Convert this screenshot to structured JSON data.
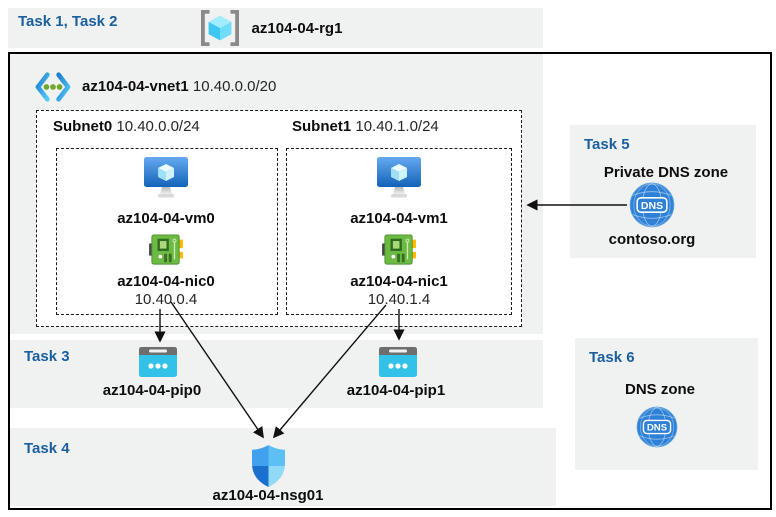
{
  "header": {
    "task_label": "Task 1, Task 2",
    "resource_group_name": "az104-04-rg1"
  },
  "vnet": {
    "name": "az104-04-vnet1",
    "cidr": "10.40.0.0/20"
  },
  "subnets": [
    {
      "name": "Subnet0",
      "cidr": "10.40.0.0/24",
      "vm_name": "az104-04-vm0",
      "nic_name": "az104-04-nic0",
      "nic_ip": "10.40.0.4"
    },
    {
      "name": "Subnet1",
      "cidr": "10.40.1.0/24",
      "vm_name": "az104-04-vm1",
      "nic_name": "az104-04-nic1",
      "nic_ip": "10.40.1.4"
    }
  ],
  "task3": {
    "label": "Task 3",
    "pip0_name": "az104-04-pip0",
    "pip1_name": "az104-04-pip1"
  },
  "task4": {
    "label": "Task 4",
    "nsg_name": "az104-04-nsg01"
  },
  "task5": {
    "label": "Task 5",
    "title": "Private DNS zone",
    "zone_name": "contoso.org"
  },
  "task6": {
    "label": "Task 6",
    "title": "DNS zone"
  },
  "dns_icon_text": "DNS",
  "icons": {
    "resource_group": "resource-group-cube-icon",
    "virtual_network": "vnet-chevron-icon",
    "virtual_machine": "vm-monitor-icon",
    "network_interface": "nic-card-icon",
    "public_ip": "public-ip-icon",
    "network_security_group": "nsg-shield-icon",
    "dns_zone": "dns-globe-icon"
  },
  "colors": {
    "task_label_blue": "#1A5F9E",
    "band_gray": "#F0F1F1",
    "public_ip_cyan": "#31C1E9",
    "nic_green": "#6CBA43",
    "vm_blue": "#1263B8",
    "dns_blue": "#2E81D6",
    "border_black": "#000000"
  }
}
